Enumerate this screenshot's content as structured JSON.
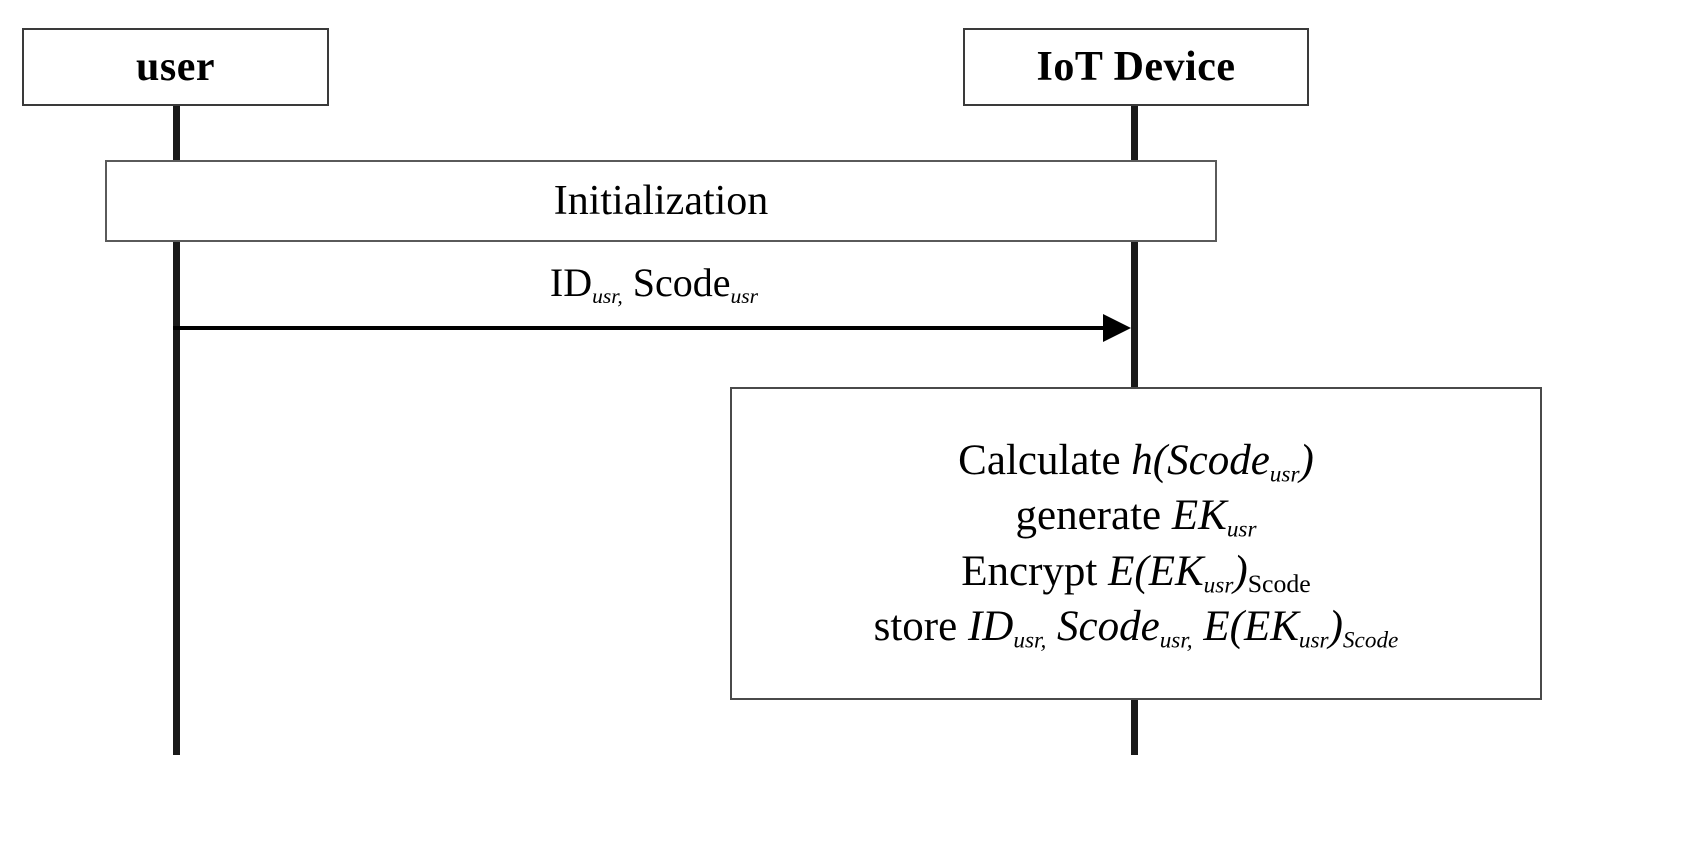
{
  "diagram": {
    "type": "uml-sequence-diagram",
    "title": "IoT Device user registration / initialization sequence",
    "background_color": "#ffffff",
    "line_color": "#000000",
    "box_border_color": "#3a3a3a"
  },
  "actors": [
    {
      "id": "user",
      "label": "user",
      "bold": true
    },
    {
      "id": "device",
      "label": "IoT Device",
      "bold": true
    }
  ],
  "phases": [
    {
      "id": "initialization",
      "label": "Initialization"
    }
  ],
  "messages": [
    {
      "id": "msg-id-scode",
      "from": "user",
      "to": "device",
      "direction": "right",
      "label_plain": "ID_usr, Scode_usr",
      "parts": [
        {
          "base": "ID",
          "sub": "usr",
          "sub_style": "italic"
        },
        {
          "separator": ","
        },
        {
          "base": "Scode",
          "sub": "usr",
          "sub_style": "italic"
        }
      ]
    }
  ],
  "action_box": {
    "owner": "device",
    "lines": [
      {
        "id": "line-calculate",
        "plain": "Calculate h(Scode_usr)",
        "parts": [
          {
            "text": "Calculate ",
            "style": "upright"
          },
          {
            "text": "h(Scode",
            "style": "italic"
          },
          {
            "text": "usr",
            "style": "sub-italic"
          },
          {
            "text": ")",
            "style": "italic"
          }
        ]
      },
      {
        "id": "line-generate",
        "plain": "generate EK_usr",
        "parts": [
          {
            "text": "generate ",
            "style": "upright"
          },
          {
            "text": "EK",
            "style": "italic"
          },
          {
            "text": "usr",
            "style": "sub-italic"
          }
        ]
      },
      {
        "id": "line-encrypt",
        "plain": "Encrypt E(EK_usr)_Scode",
        "parts": [
          {
            "text": "Encrypt ",
            "style": "upright"
          },
          {
            "text": "E(EK",
            "style": "italic"
          },
          {
            "text": "usr",
            "style": "sub-italic"
          },
          {
            "text": ")",
            "style": "italic"
          },
          {
            "text": "Scode",
            "style": "sub-upright"
          }
        ]
      },
      {
        "id": "line-store",
        "plain": "store ID_usr, Scode_usr, E(EK_usr)_Scode",
        "parts": [
          {
            "text": "store ",
            "style": "upright"
          },
          {
            "text": "ID",
            "style": "italic"
          },
          {
            "text": "usr,",
            "style": "sub-italic"
          },
          {
            "text": " Scode",
            "style": "italic"
          },
          {
            "text": "usr,",
            "style": "sub-italic"
          },
          {
            "text": " E(EK",
            "style": "italic"
          },
          {
            "text": "usr",
            "style": "sub-italic"
          },
          {
            "text": ")",
            "style": "italic"
          },
          {
            "text": "Scode",
            "style": "sub-italic"
          }
        ]
      }
    ]
  },
  "text": {
    "actor_user": "user",
    "actor_device": "IoT Device",
    "phase_initialization": "Initialization",
    "msg_id_base": "ID",
    "msg_id_sub": "usr,",
    "msg_scode_base": "Scode",
    "msg_scode_sub": "usr",
    "calc_word": "Calculate ",
    "calc_fn": "h(Scode",
    "calc_sub": "usr",
    "calc_close": ")",
    "gen_word": "generate ",
    "gen_sym": "EK",
    "gen_sub": "usr",
    "enc_word": "Encrypt ",
    "enc_sym": "E(EK",
    "enc_sub": "usr",
    "enc_close": ")",
    "enc_sub2": "Scode",
    "store_word": "store ",
    "store_id": "ID",
    "store_id_sub": "usr,",
    "store_scode": " Scode",
    "store_scode_sub": "usr,",
    "store_e": " E(EK",
    "store_e_sub": "usr",
    "store_e_close": ")",
    "store_e_sub2": "Scode"
  }
}
